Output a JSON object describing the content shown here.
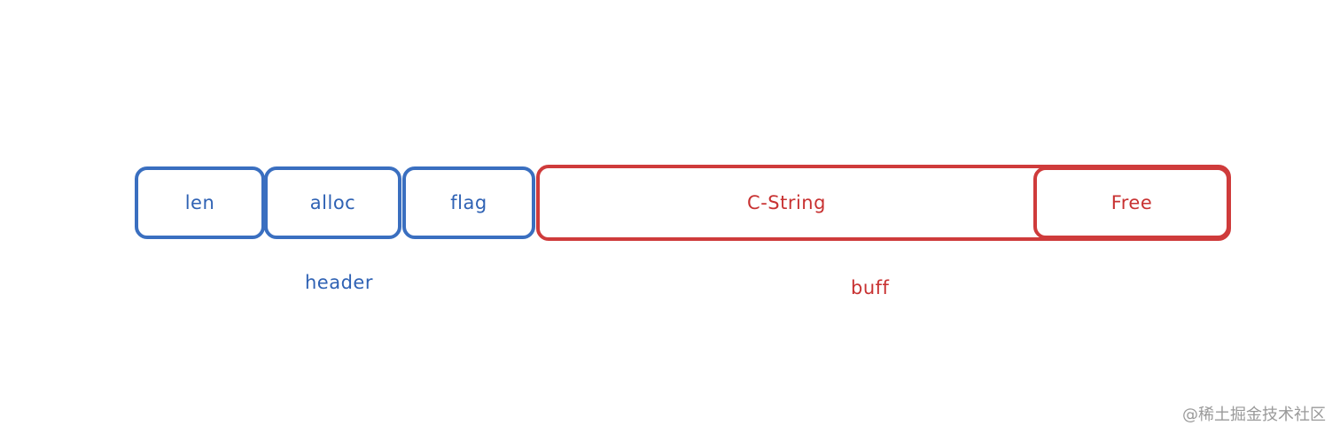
{
  "header_fields": [
    {
      "id": "len",
      "label": "len"
    },
    {
      "id": "alloc",
      "label": "alloc"
    },
    {
      "id": "flag",
      "label": "flag"
    }
  ],
  "buff_fields": [
    {
      "id": "cstring",
      "label": "C-String"
    },
    {
      "id": "free",
      "label": "Free"
    }
  ],
  "captions": {
    "header": "header",
    "buff": "buff"
  },
  "watermark": "@稀土掘金技术社区",
  "colors": {
    "header": "#3a6fc0",
    "buff": "#cf3b3b"
  }
}
